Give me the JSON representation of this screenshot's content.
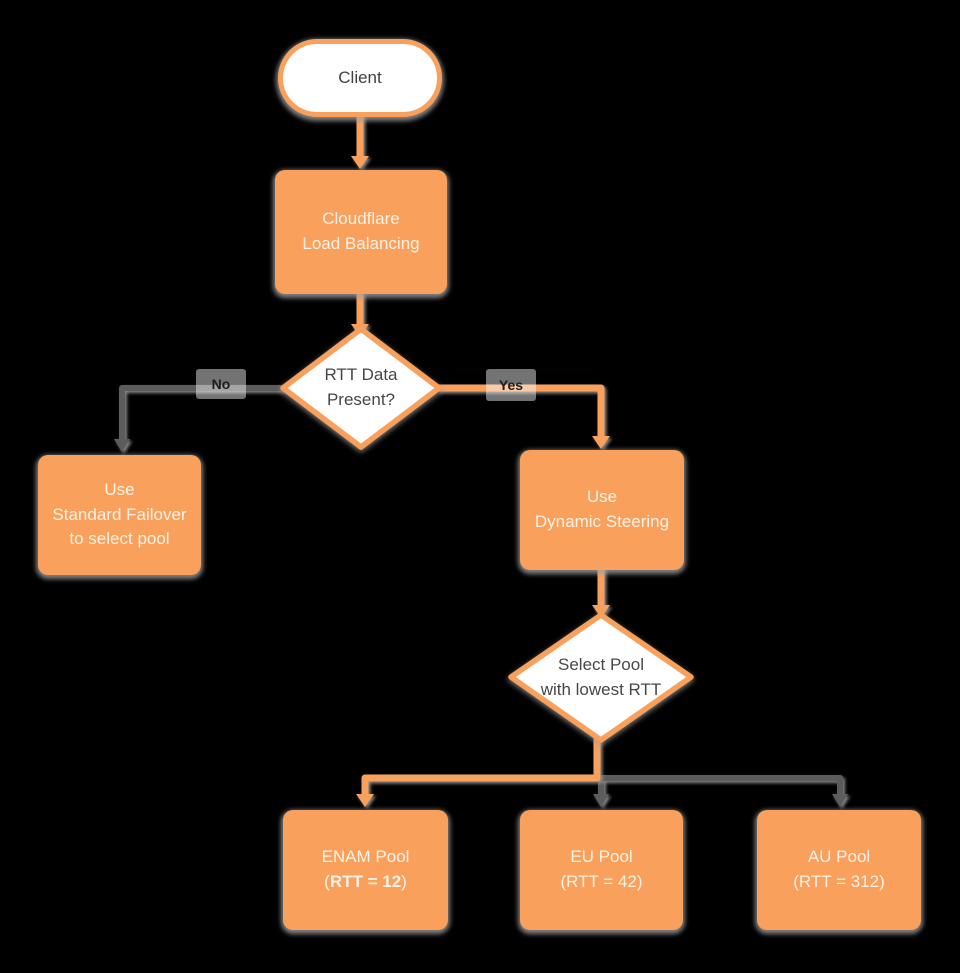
{
  "colors": {
    "node_orange": "#F9A05C",
    "connector_gray": "#5B5B5B",
    "shadow_gray": "#9E9E9E",
    "node_text_light": "#FBF2E5",
    "node_text_dark": "#474747",
    "background": "#000000"
  },
  "nodes": {
    "client": {
      "label": "Client"
    },
    "load_balancer": {
      "line1": "Cloudflare",
      "line2": "Load Balancing"
    },
    "rtt_decision": {
      "line1": "RTT Data",
      "line2": "Present?"
    },
    "standard_failover": {
      "line1": "Use",
      "line2": "Standard Failover",
      "line3": "to select pool"
    },
    "dynamic_steering": {
      "line1": "Use",
      "line2": "Dynamic Steering"
    },
    "select_pool": {
      "line1": "Select Pool",
      "line2": "with lowest RTT"
    },
    "enam_pool": {
      "name": "ENAM Pool",
      "rtt_open": "(",
      "rtt_value": "RTT = 12",
      "rtt_close": ")"
    },
    "eu_pool": {
      "name": "EU Pool",
      "rtt": "(RTT = 42)"
    },
    "au_pool": {
      "name": "AU Pool",
      "rtt": "(RTT = 312)"
    }
  },
  "edge_labels": {
    "no": "No",
    "yes": "Yes"
  }
}
